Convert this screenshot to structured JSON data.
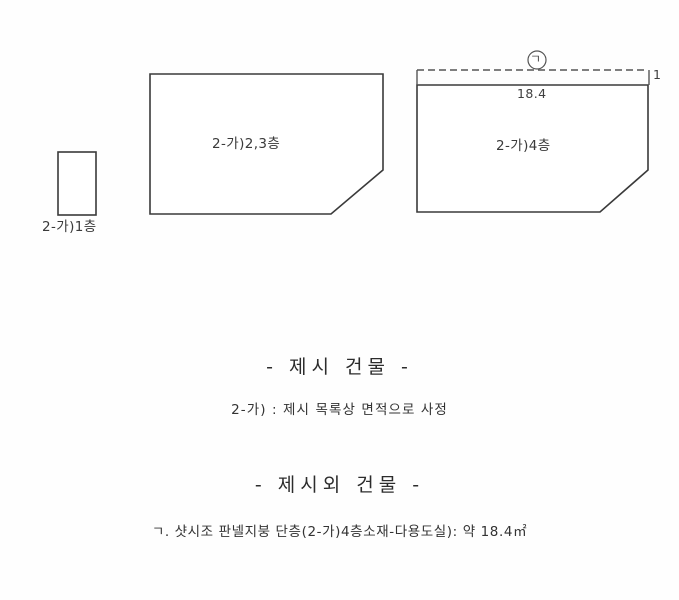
{
  "diagram": {
    "shapes": [
      {
        "id": "floor1",
        "label": "2-가)1층",
        "label_position": "below"
      },
      {
        "id": "floor23",
        "label": "2-가)2,3층",
        "label_position": "inside"
      },
      {
        "id": "floor4",
        "label": "2-가)4층",
        "label_position": "inside"
      }
    ],
    "annotations": {
      "marker_symbol": "ㄱ",
      "dimension_width": "18.4",
      "dimension_side": "1"
    }
  },
  "sections": [
    {
      "heading": "- 제시 건물 -",
      "lines": [
        "2-가) : 제시 목록상 면적으로 사정"
      ]
    },
    {
      "heading": "- 제시외 건물 -",
      "lines": [
        "ㄱ. 샷시조 판넬지붕 단층(2-가)4층소재-다용도실): 약 18.4㎡"
      ]
    }
  ]
}
